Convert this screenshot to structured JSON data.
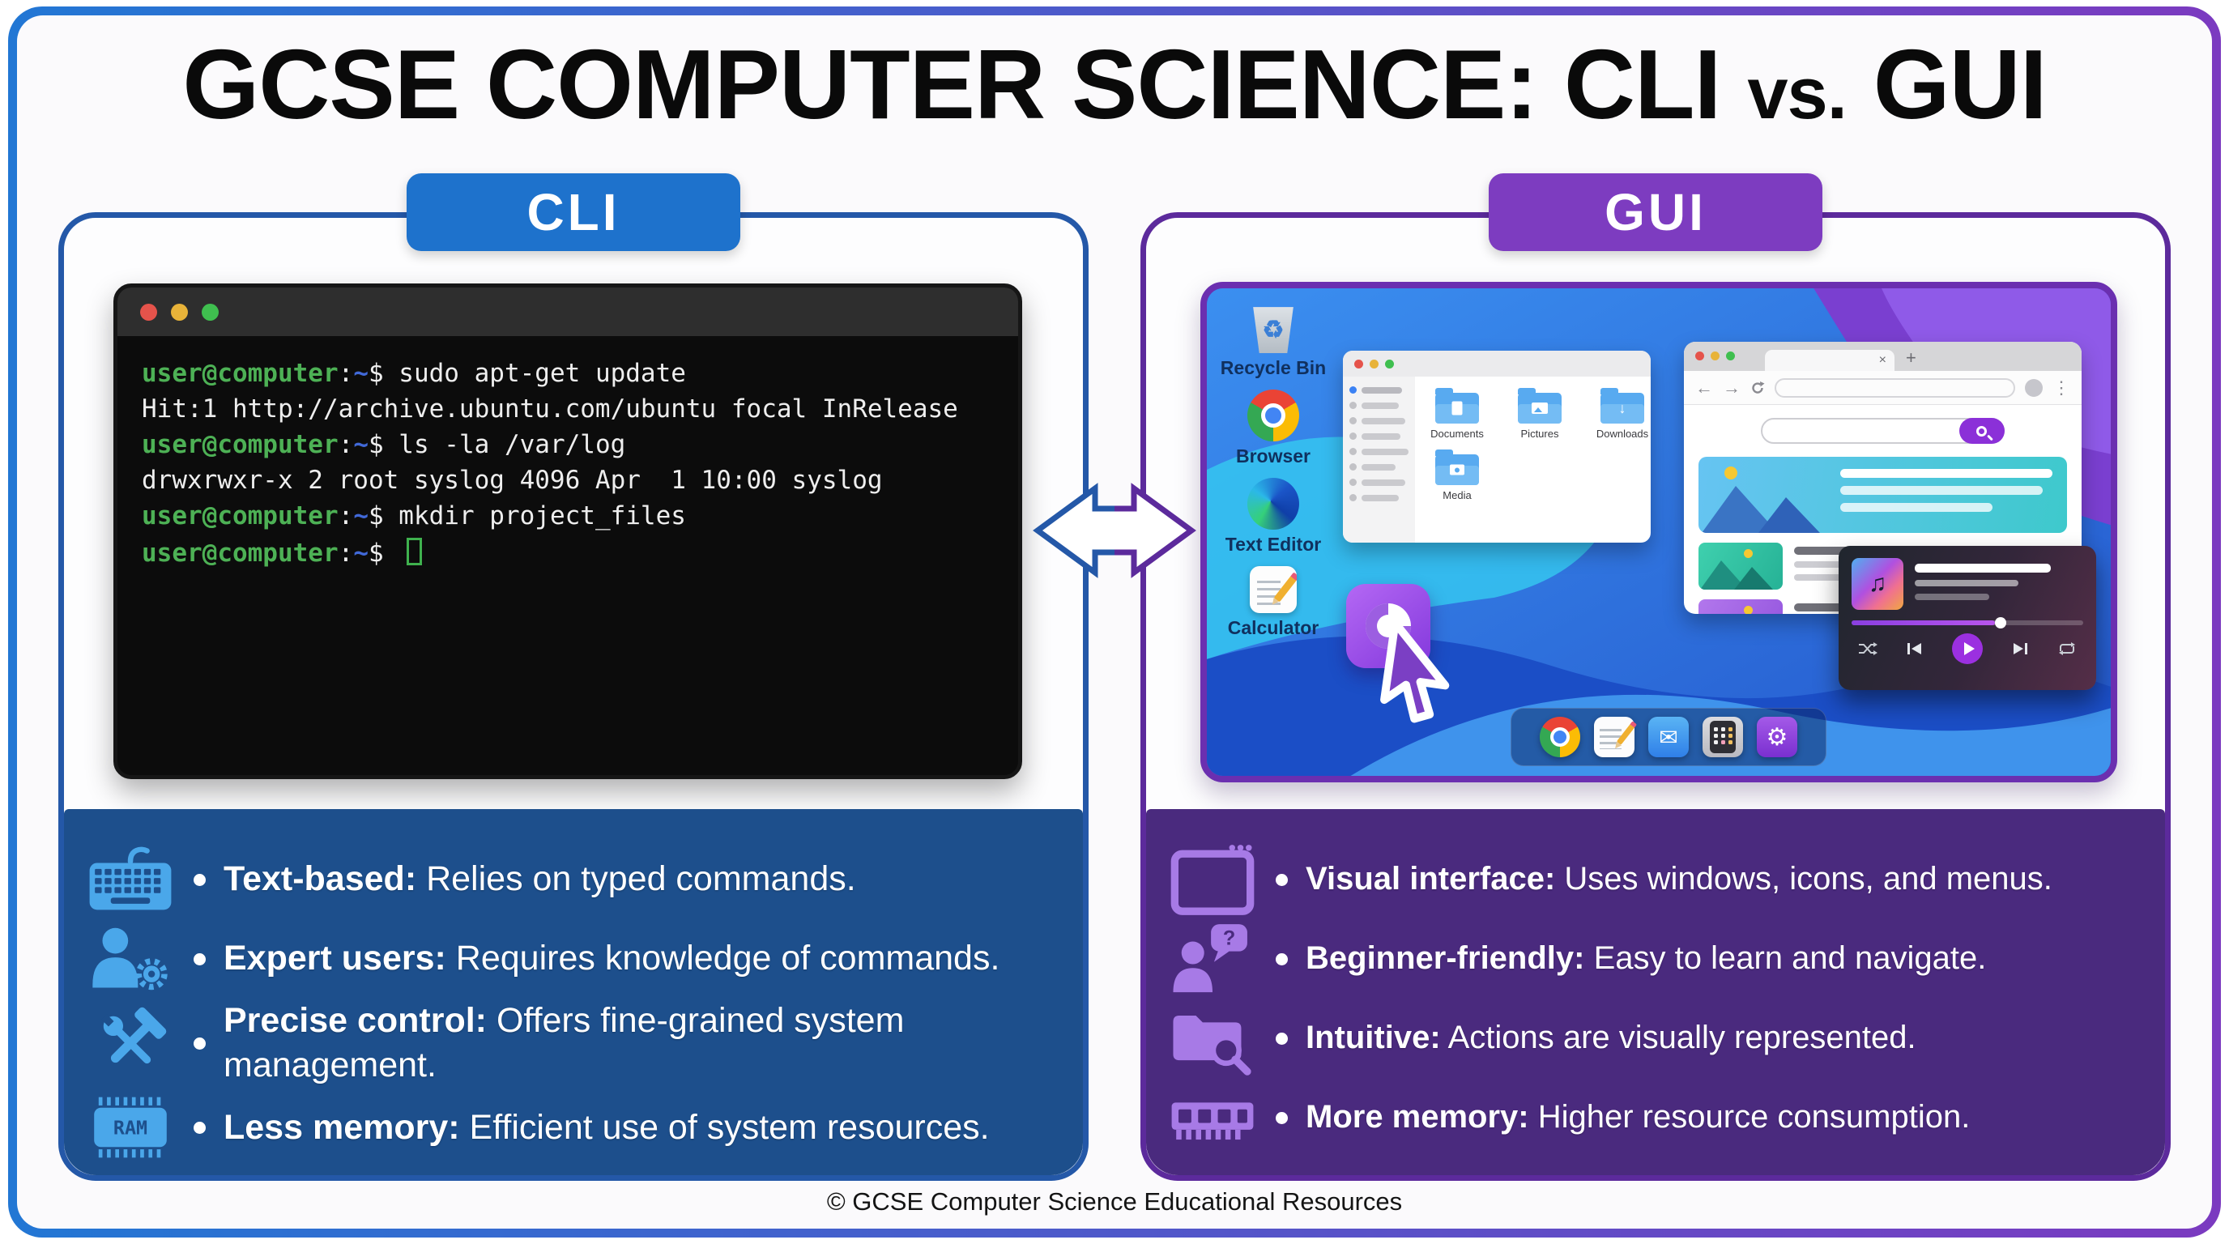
{
  "title": {
    "prefix": "GCSE COMPUTER SCIENCE: CLI ",
    "vs": "vs.",
    "suffix": " GUI"
  },
  "footer": "© GCSE Computer Science Educational Resources",
  "cli": {
    "badge": "CLI",
    "terminal": {
      "prompt_user": "user@computer",
      "prompt_separator": ":",
      "prompt_path": "~",
      "prompt_symbol": "$",
      "lines": [
        {
          "type": "cmd",
          "command": "sudo apt-get update"
        },
        {
          "type": "out",
          "text": "Hit:1 http://archive.ubuntu.com/ubuntu focal InRelease"
        },
        {
          "type": "cmd",
          "command": "ls -la /var/log"
        },
        {
          "type": "out",
          "text": "drwxrwxr-x 2 root syslog 4096 Apr  1 10:00 syslog"
        },
        {
          "type": "cmd",
          "command": "mkdir project_files"
        },
        {
          "type": "cmd",
          "command": "",
          "cursor": true
        }
      ]
    },
    "ram_label": "RAM",
    "features": [
      {
        "icon": "keyboard-icon",
        "label": "Text-based:",
        "text": "Relies on typed commands."
      },
      {
        "icon": "expert-user-icon",
        "label": "Expert users:",
        "text": "Requires knowledge of commands."
      },
      {
        "icon": "tools-icon",
        "label": "Precise control:",
        "text": "Offers fine-grained system management."
      },
      {
        "icon": "ram-chip-icon",
        "label": "Less memory:",
        "text": "Efficient use of system resources."
      }
    ]
  },
  "gui": {
    "badge": "GUI",
    "question_mark": "?",
    "features": [
      {
        "icon": "window-icon",
        "label": "Visual interface:",
        "text": "Uses windows, icons, and menus."
      },
      {
        "icon": "beginner-user-icon",
        "label": "Beginner-friendly:",
        "text": "Easy to learn and navigate."
      },
      {
        "icon": "folder-search-icon",
        "label": "Intuitive:",
        "text": "Actions are visually represented."
      },
      {
        "icon": "memory-stick-icon",
        "label": "More memory:",
        "text": "Higher resource consumption."
      }
    ],
    "desktop": {
      "icons": [
        {
          "name": "recycle-bin",
          "label": "Recycle Bin"
        },
        {
          "name": "browser",
          "label": "Browser"
        },
        {
          "name": "text-editor",
          "label": "Text Editor"
        },
        {
          "name": "calculator",
          "label": "Calculator"
        }
      ],
      "file_manager": {
        "folders": [
          {
            "name": "documents",
            "label": "Documents"
          },
          {
            "name": "pictures",
            "label": "Pictures"
          },
          {
            "name": "downloads",
            "label": "Downloads"
          },
          {
            "name": "media",
            "label": "Media"
          }
        ]
      },
      "browser_window": {
        "tab_close": "×",
        "new_tab": "+",
        "back": "←",
        "forward": "→",
        "menu": "⋮"
      },
      "dock": [
        "chrome",
        "notes",
        "mail",
        "calculator",
        "settings"
      ]
    }
  },
  "glyphs": {
    "recycle": "♻",
    "mail": "✉",
    "settings": "⚙",
    "music_note": "♫",
    "download_arrow": "↓"
  },
  "colors": {
    "frame_left": "#2277d4",
    "frame_right": "#7b3ac0",
    "cli_accent": "#1e72cc",
    "cli_border": "#2458a8",
    "cli_panel": "#1d4f8c",
    "cli_icon": "#4aa7ea",
    "gui_accent": "#7d3cc0",
    "gui_border": "#5c2a9c",
    "gui_panel": "#4a2a7e",
    "gui_icon": "#a77ae6",
    "terminal_green": "#4db155",
    "terminal_blue": "#4169d8",
    "terminal_white": "#eeeeee"
  }
}
